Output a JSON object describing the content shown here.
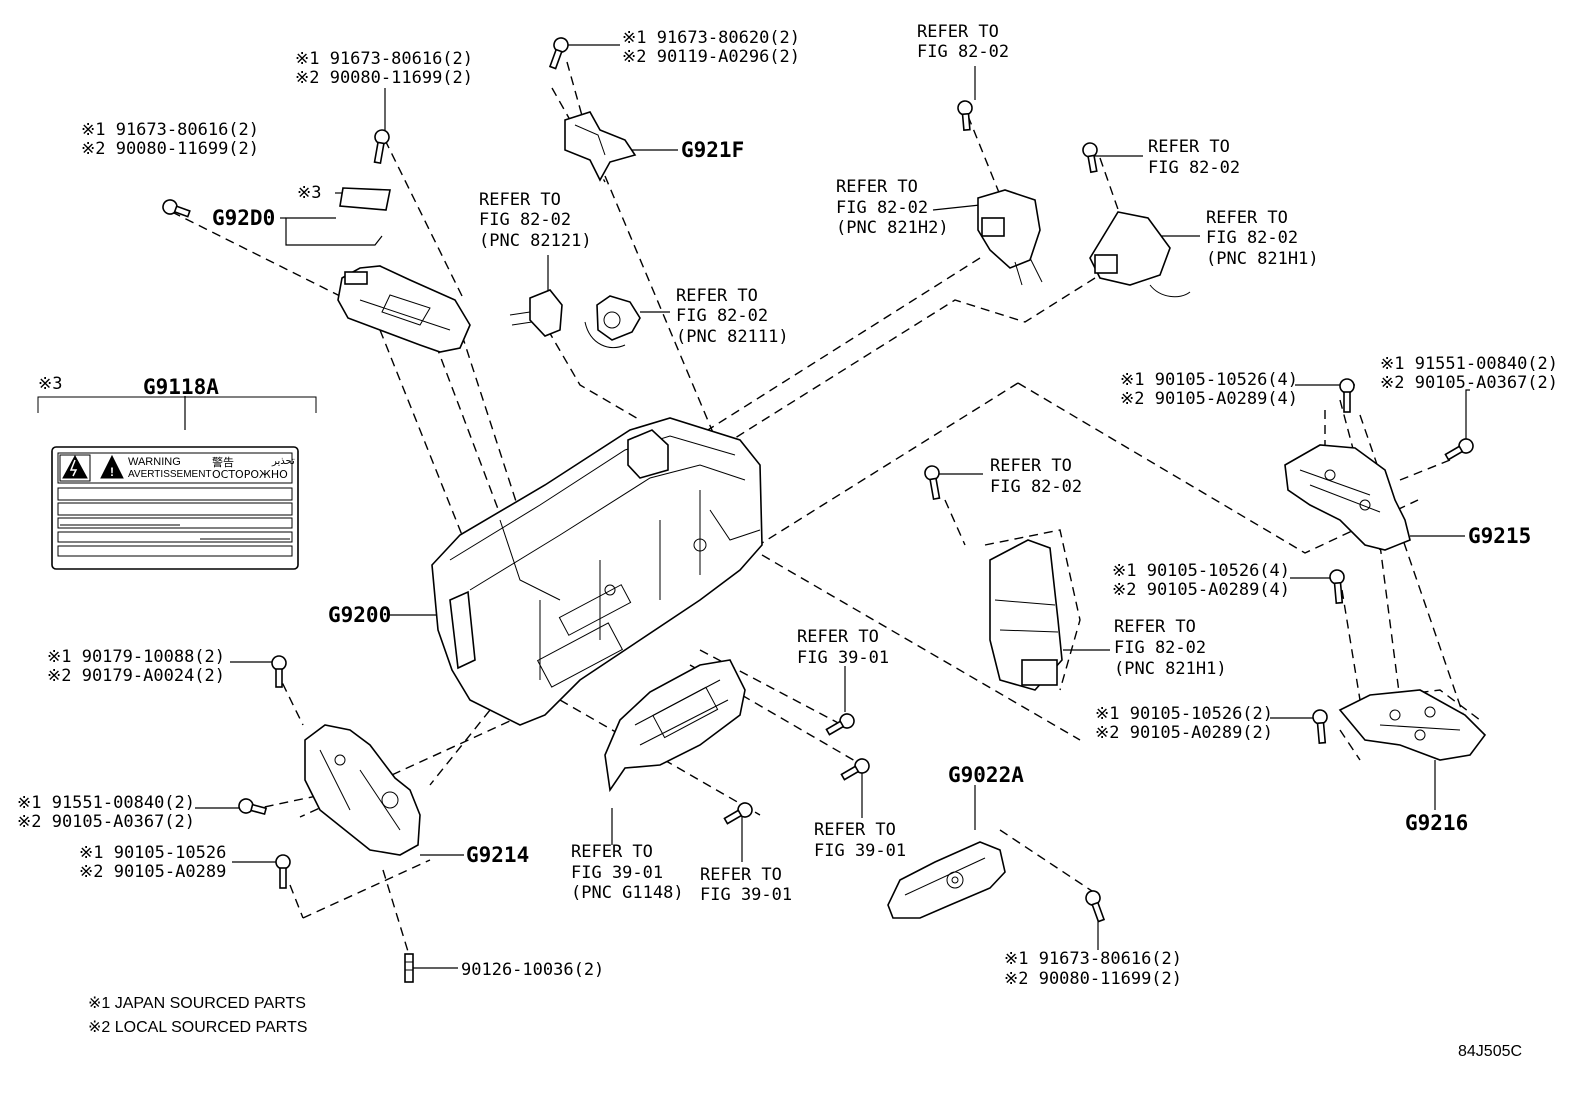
{
  "diagram": {
    "id": "84J505C",
    "notes": [
      "※1 JAPAN SOURCED PARTS",
      "※2 LOCAL SOURCED PARTS"
    ],
    "callouts": {
      "a": [
        "※1 91673-80620(2)",
        "※2 90119-A0296(2)"
      ],
      "b": [
        "※1 91673-80616(2)",
        "※2 90080-11699(2)"
      ],
      "c": [
        "※1 91673-80616(2)",
        "※2 90080-11699(2)"
      ],
      "d": [
        "REFER TO",
        "FIG 82-02"
      ],
      "e": [
        "REFER TO",
        "FIG 82-02",
        "(PNC 82121)"
      ],
      "f": [
        "REFER TO",
        "FIG 82-02",
        "(PNC 82111)"
      ],
      "g": [
        "REFER TO",
        "FIG 82-02",
        "(PNC 821H2)"
      ],
      "h": [
        "REFER TO",
        "FIG 82-02"
      ],
      "i": [
        "REFER TO",
        "FIG 82-02",
        "(PNC 821H1)"
      ],
      "j": [
        "※1 90105-10526(4)",
        "※2 90105-A0289(4)"
      ],
      "k": [
        "※1 91551-00840(2)",
        "※2 90105-A0367(2)"
      ],
      "l": [
        "REFER TO",
        "FIG 82-02"
      ],
      "m": [
        "※1 90105-10526(4)",
        "※2 90105-A0289(4)"
      ],
      "n": [
        "REFER TO",
        "FIG 82-02",
        "(PNC 821H1)"
      ],
      "o": [
        "※1 90105-10526(2)",
        "※2 90105-A0289(2)"
      ],
      "p": [
        "REFER TO",
        "FIG 39-01"
      ],
      "q": [
        "※1 90179-10088(2)",
        "※2 90179-A0024(2)"
      ],
      "r": [
        "※1 91551-00840(2)",
        "※2 90105-A0367(2)"
      ],
      "s": [
        "※1 90105-10526",
        "※2 90105-A0289"
      ],
      "t": [
        "REFER TO",
        "FIG 39-01",
        "(PNC G1148)"
      ],
      "u": [
        "REFER TO",
        "FIG 39-01"
      ],
      "v": [
        "REFER TO",
        "FIG 39-01"
      ],
      "w": [
        "※1 91673-80616(2)",
        "※2 90080-11699(2)"
      ],
      "x": [
        "90126-10036(2)"
      ]
    },
    "part_labels": {
      "g921f": "G921F",
      "g92d0": "G92D0",
      "g92d0_note": "※3",
      "g9118a_mark": "※3",
      "g9118a": "G9118A",
      "g9200": "G9200",
      "g9215": "G9215",
      "g9216": "G9216",
      "g9214": "G9214",
      "g9022a": "G9022A"
    },
    "warning_label": {
      "line1": "WARNING",
      "line2": "AVERTISSEMENT",
      "kanji": "警告",
      "cyrillic": "ОСТОРОЖНО",
      "arabic": "تحذير"
    }
  }
}
